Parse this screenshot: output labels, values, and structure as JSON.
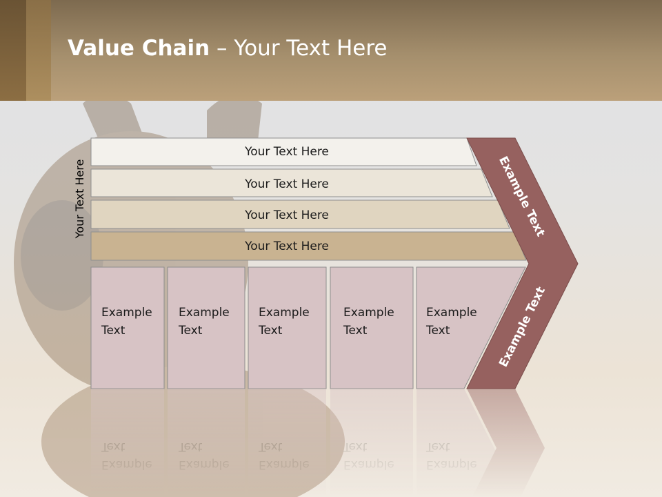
{
  "title": {
    "bold": "Value Chain",
    "rest": " – Your Text Here"
  },
  "side_label": "Your Text Here",
  "bars": [
    {
      "label": "Your Text Here",
      "color": "#f3f1ec"
    },
    {
      "label": "Your Text Here",
      "color": "#ebe5d9"
    },
    {
      "label": "Your Text Here",
      "color": "#e0d5c0"
    },
    {
      "label": "Your Text Here",
      "color": "#c9b391"
    }
  ],
  "boxes": [
    {
      "line1": "Example",
      "line2": "Text"
    },
    {
      "line1": "Example",
      "line2": "Text"
    },
    {
      "line1": "Example",
      "line2": "Text"
    },
    {
      "line1": "Example",
      "line2": "Text"
    },
    {
      "line1": "Example",
      "line2": "Text"
    }
  ],
  "chevron": {
    "upper_label": "Example Text",
    "lower_label": "Example Text",
    "color": "#96615f"
  },
  "colors": {
    "box_fill": "#d7c3c5",
    "box_stroke": "#8d8d8d",
    "header_dark": "#7d6a4f",
    "header_light": "#bba07a"
  }
}
